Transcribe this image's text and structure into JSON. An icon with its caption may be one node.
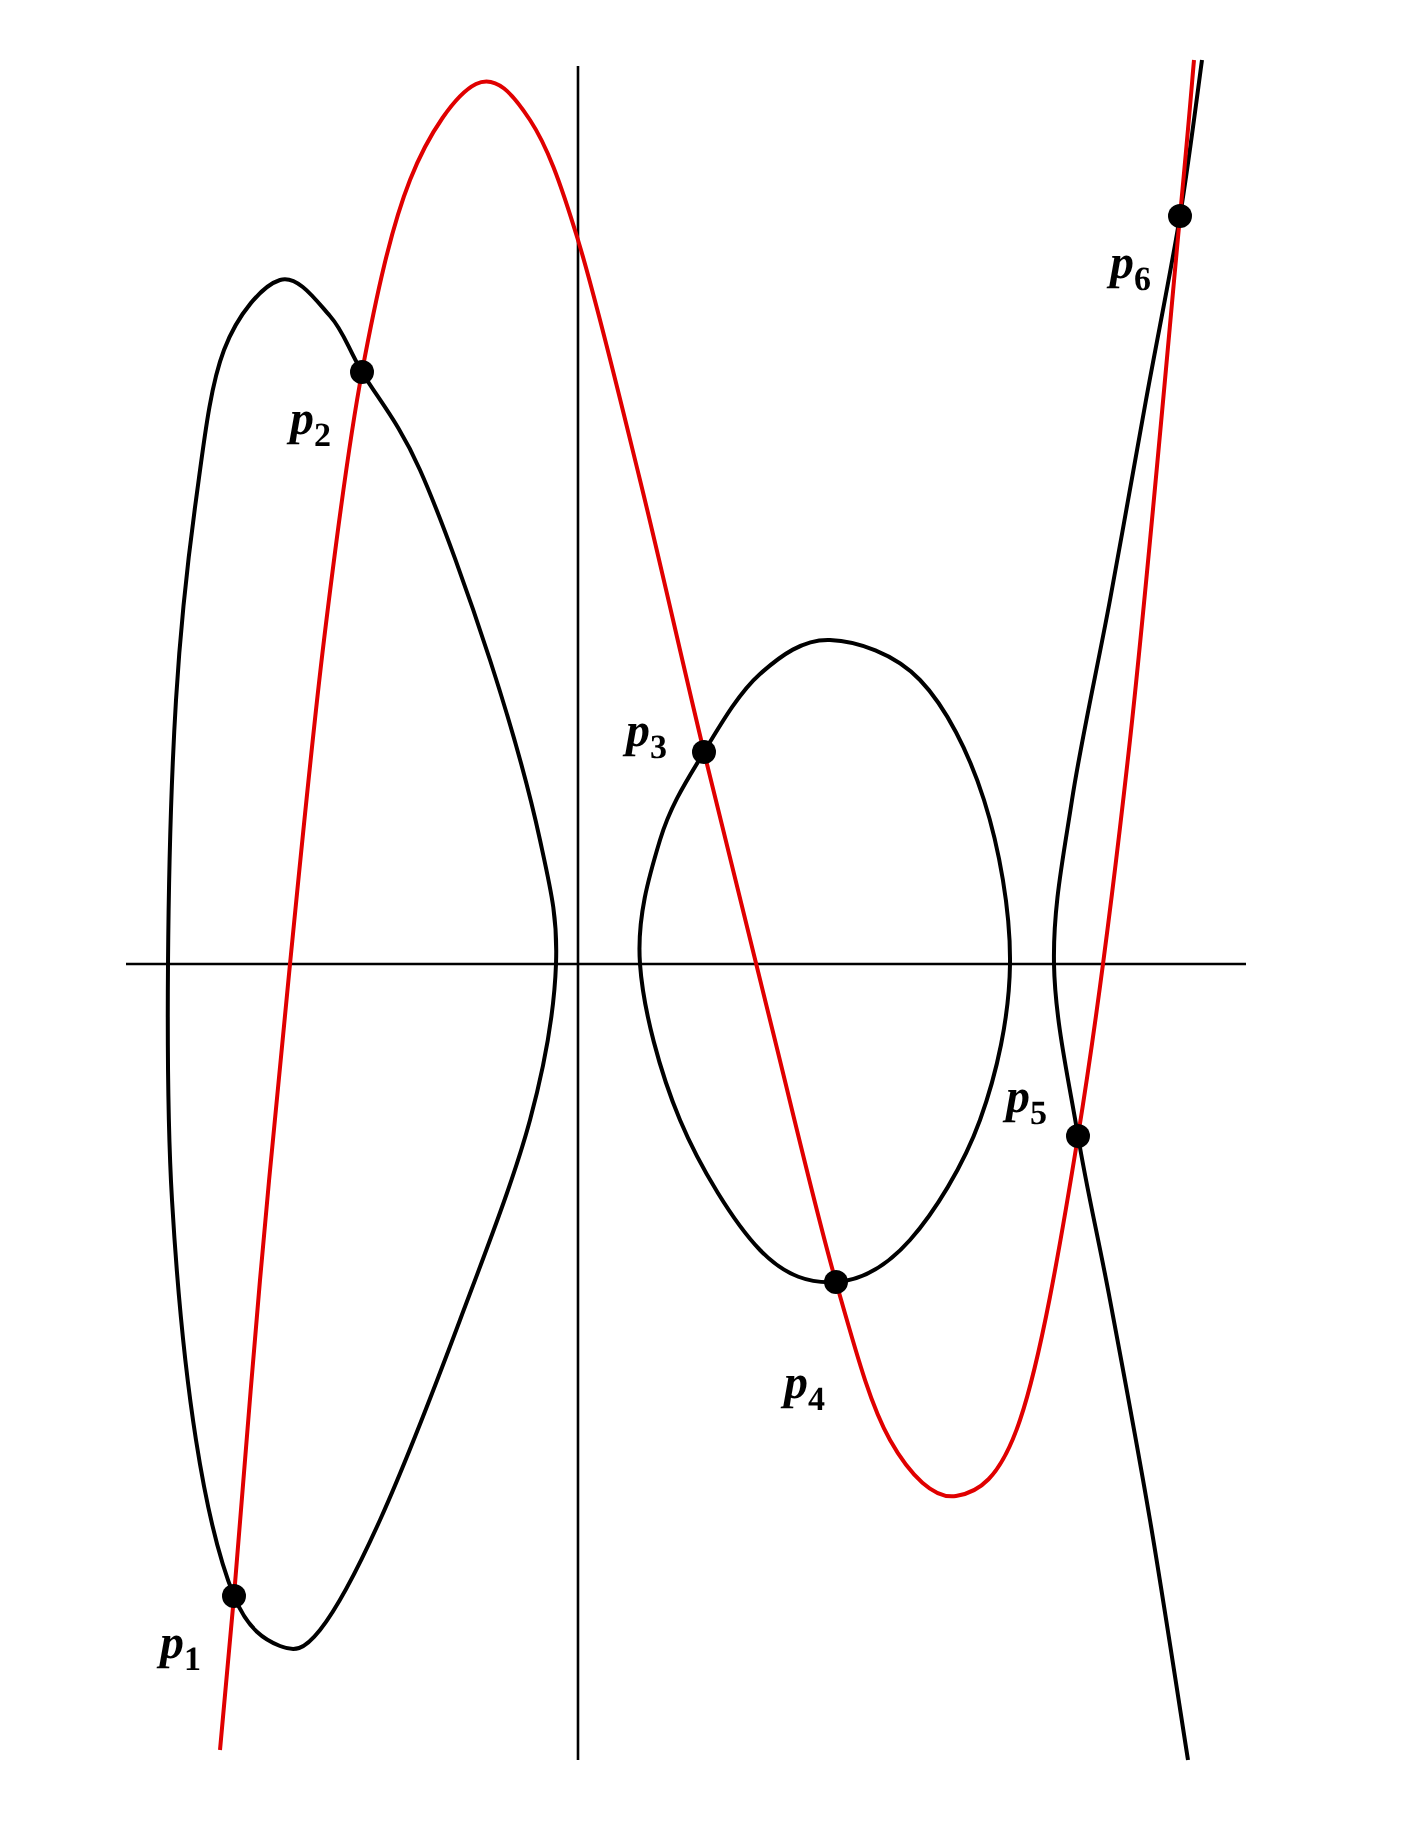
{
  "diagram": {
    "labels": [
      "*p*$_{6}$",
      "*p*$_{2}$",
      "*p*$_{3}$",
      "*p*$_{5}$",
      "*p*$_{4}$",
      "*p*$_{1}$"
    ]
  }
}
